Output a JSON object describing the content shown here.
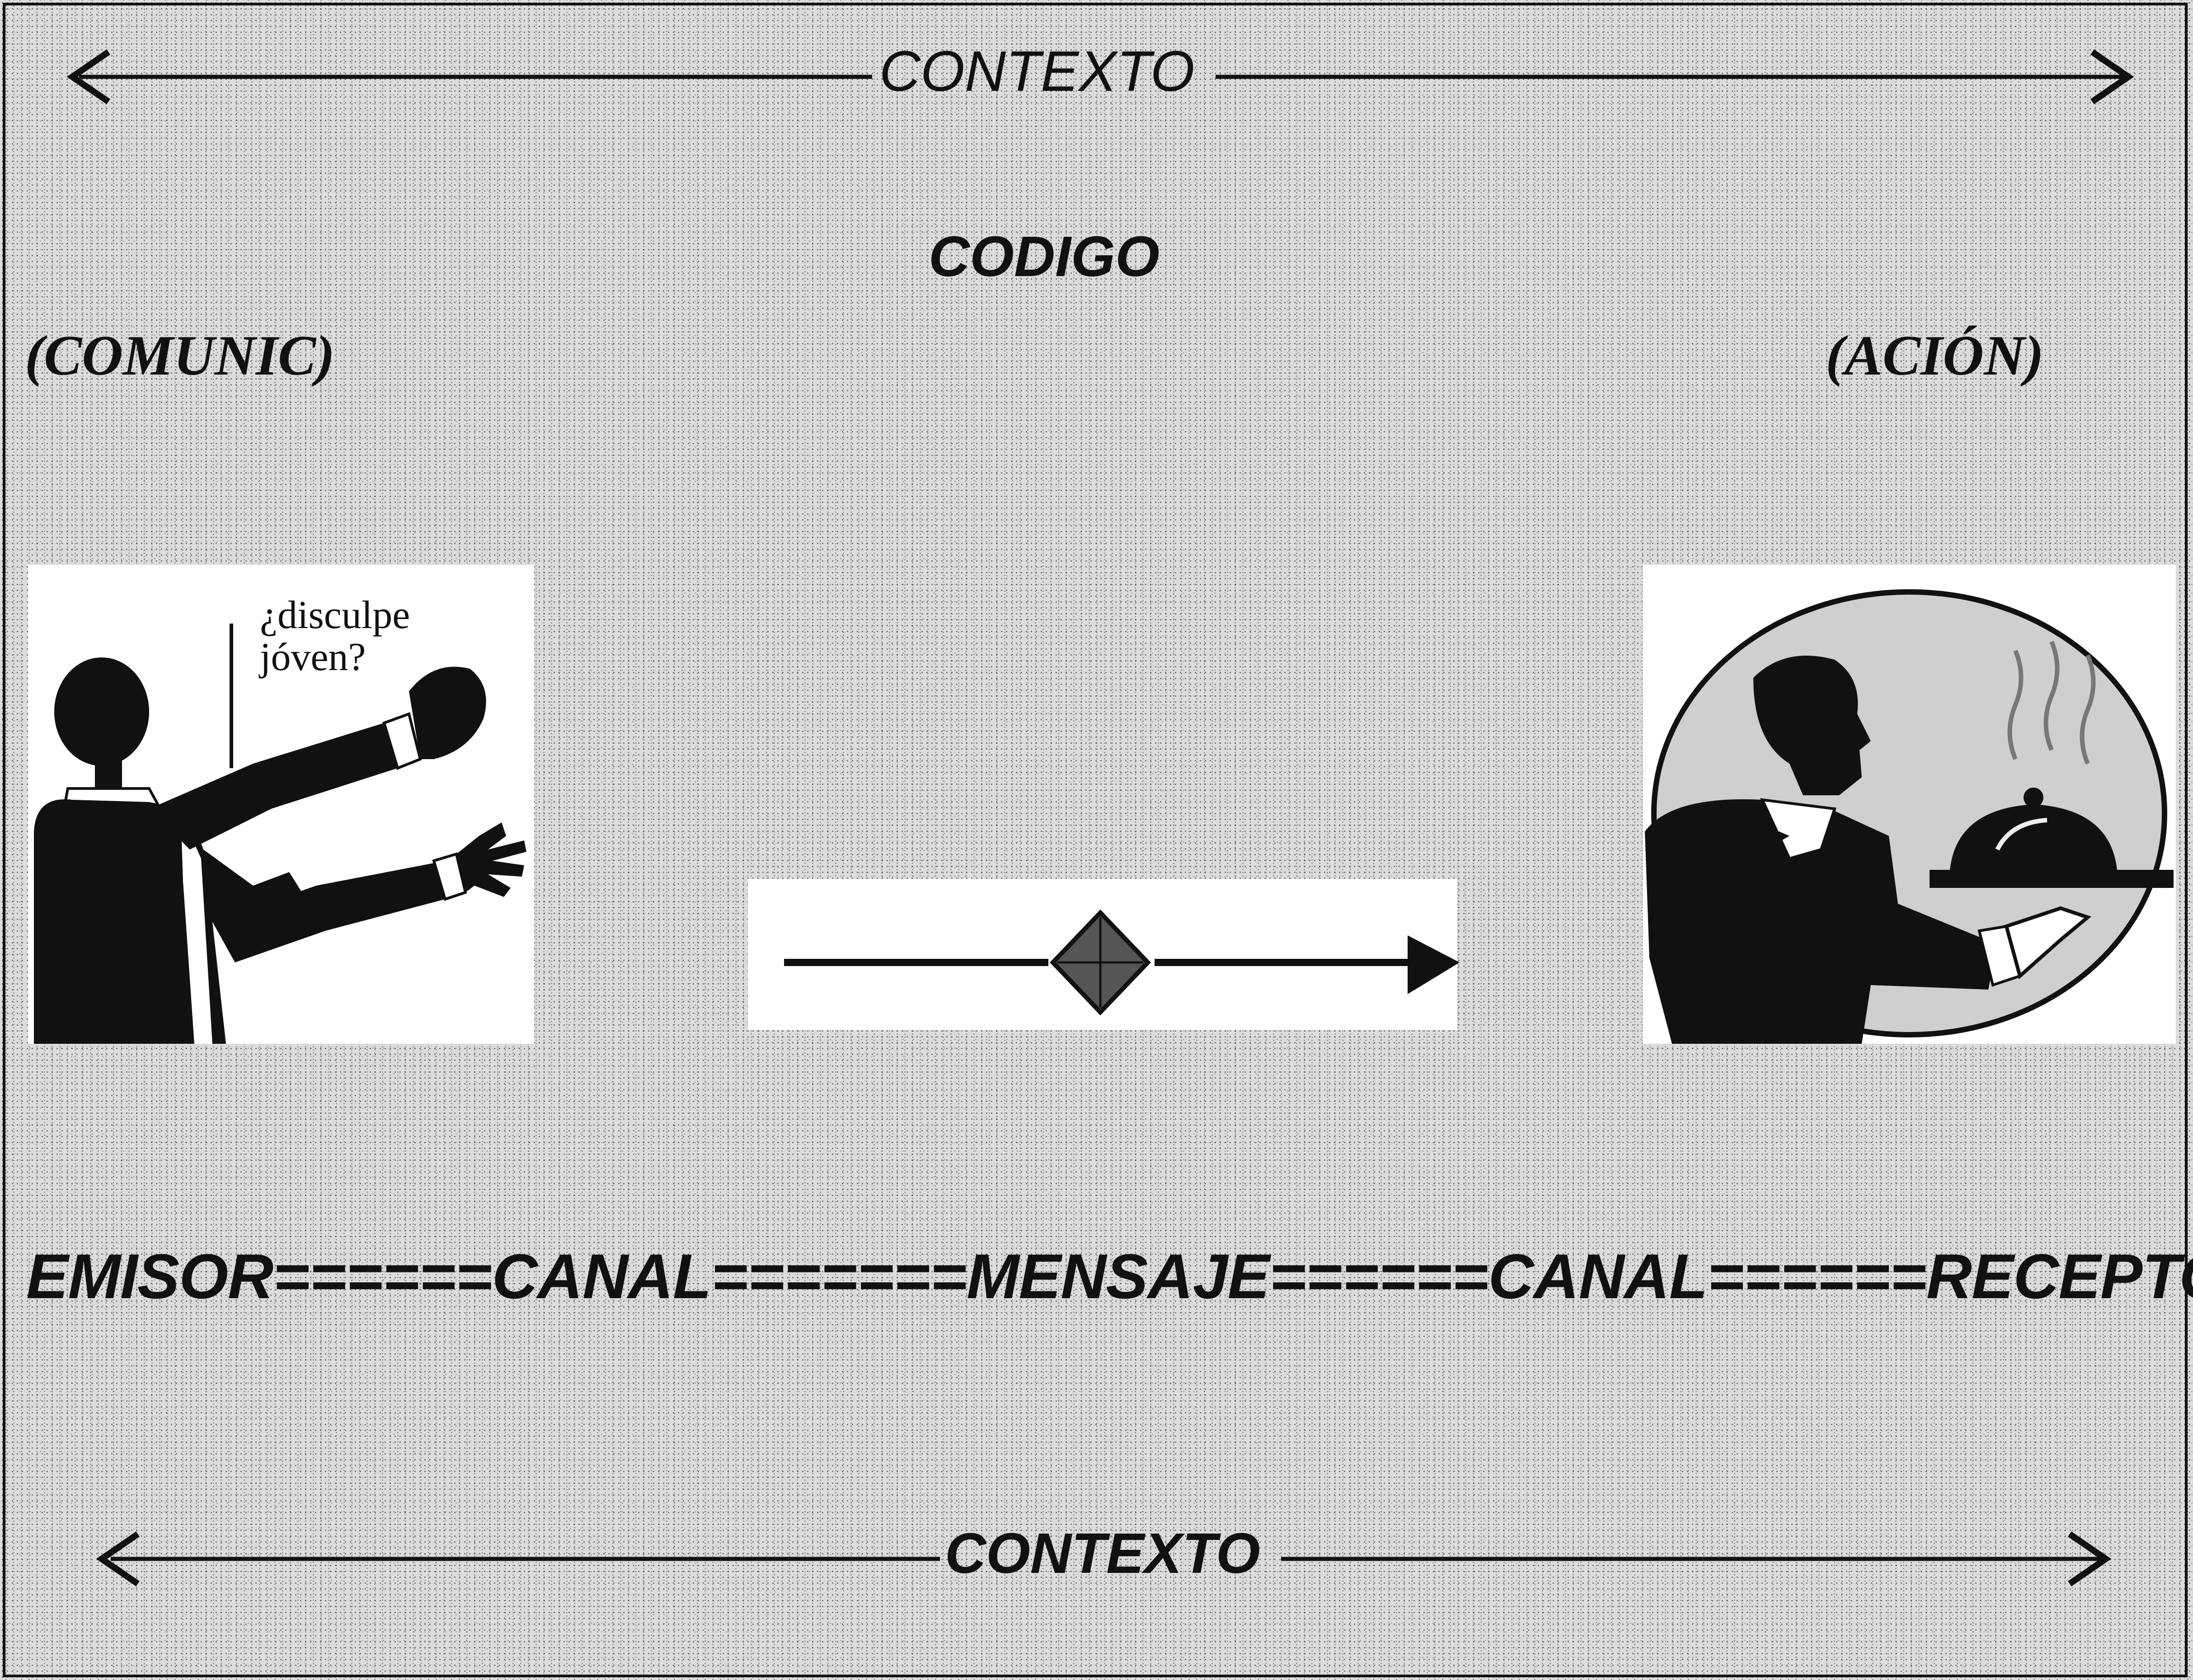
{
  "diagram": {
    "context_top": "CONTEXTO",
    "context_bottom": "CONTEXTO",
    "code": "CODIGO",
    "left_role": "(COMUNIC)",
    "right_role": "(ACIÓN)",
    "speech_line1": "¿disculpe",
    "speech_line2": "jóven?",
    "chain": "EMISOR======CANAL=======MENSAJE======CANAL======RECEPTOR"
  },
  "icons": {
    "left_figure": "gentleman-calling-icon",
    "channel": "arrow-with-diamond-icon",
    "right_figure": "waiter-serving-icon"
  },
  "colors": {
    "ink": "#111111",
    "background": "#dcdcdc",
    "panel": "#ffffff"
  }
}
